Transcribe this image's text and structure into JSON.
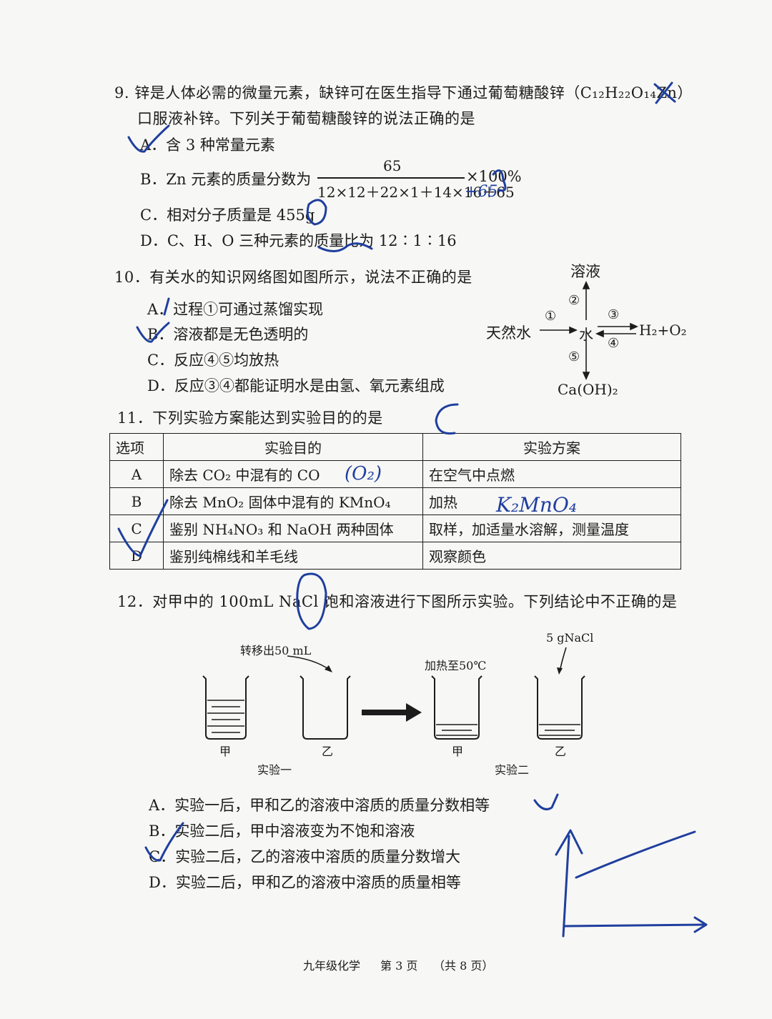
{
  "q9": {
    "stem_line1": "9. 锌是人体必需的微量元素，缺锌可在医生指导下通过葡萄糖酸锌（C₁₂H₂₂O₁₄Zn）",
    "stem_line2": "口服液补锌。下列关于葡萄糖酸锌的说法正确的是",
    "opt_a": "A．含 3 种常量元素",
    "opt_b_prefix": "B．Zn 元素的质量分数为",
    "opt_b_num": "65",
    "opt_b_den": "12×12＋22×1＋14×16＋65",
    "opt_b_suffix": "×100%",
    "opt_c": "C．相对分子质量是 455g",
    "opt_d": "D．C、H、O 三种元素的质量比为 12∶1∶16"
  },
  "q10": {
    "stem": "10．有关水的知识网络图如图所示，说法不正确的是",
    "opt_a": "A．过程①可通过蒸馏实现",
    "opt_b": "B．溶液都是无色透明的",
    "opt_c": "C．反应④⑤均放热",
    "opt_d": "D．反应③④都能证明水是由氢、氧元素组成",
    "diagram": {
      "top": "溶液",
      "left": "天然水",
      "center": "水",
      "right": "H₂+O₂",
      "bottom": "Ca(OH)₂",
      "n1": "①",
      "n2": "②",
      "n3": "③",
      "n4": "④",
      "n5": "⑤"
    }
  },
  "q11": {
    "stem": "11．下列实验方案能达到实验目的的是",
    "headers": [
      "选项",
      "实验目的",
      "实验方案"
    ],
    "rows": [
      [
        "A",
        "除去 CO₂ 中混有的 CO",
        "在空气中点燃"
      ],
      [
        "B",
        "除去 MnO₂ 固体中混有的 KMnO₄",
        "加热"
      ],
      [
        "C",
        "鉴别 NH₄NO₃ 和 NaOH 两种固体",
        "取样，加适量水溶解，测量温度"
      ],
      [
        "D",
        "鉴别纯棉线和羊毛线",
        "观察颜色"
      ]
    ]
  },
  "q12": {
    "stem": "12．对甲中的 100mL NaCl 饱和溶液进行下图所示实验。下列结论中不正确的是",
    "labels": {
      "transfer": "转移出50 mL",
      "heat": "加热至50℃",
      "add": "5 gNaCl",
      "jia": "甲",
      "yi": "乙",
      "exp1": "实验一",
      "exp2": "实验二"
    },
    "opt_a": "A．实验一后，甲和乙的溶液中溶质的质量分数相等",
    "opt_b": "B．实验二后，甲中溶液变为不饱和溶液",
    "opt_c": "C．实验二后，乙的溶液中溶质的质量分数增大",
    "opt_d": "D．实验二后，甲和乙的溶液中溶质的质量相等"
  },
  "handwriting": {
    "q9_den_note": "+65",
    "q11_a_note": "(O₂)",
    "q11_b_note": "K₂MnO₄",
    "ink_color": "#1f3f9e"
  },
  "footer": {
    "subject": "九年级化学",
    "page": "第 3 页",
    "total": "（共 8 页）"
  }
}
